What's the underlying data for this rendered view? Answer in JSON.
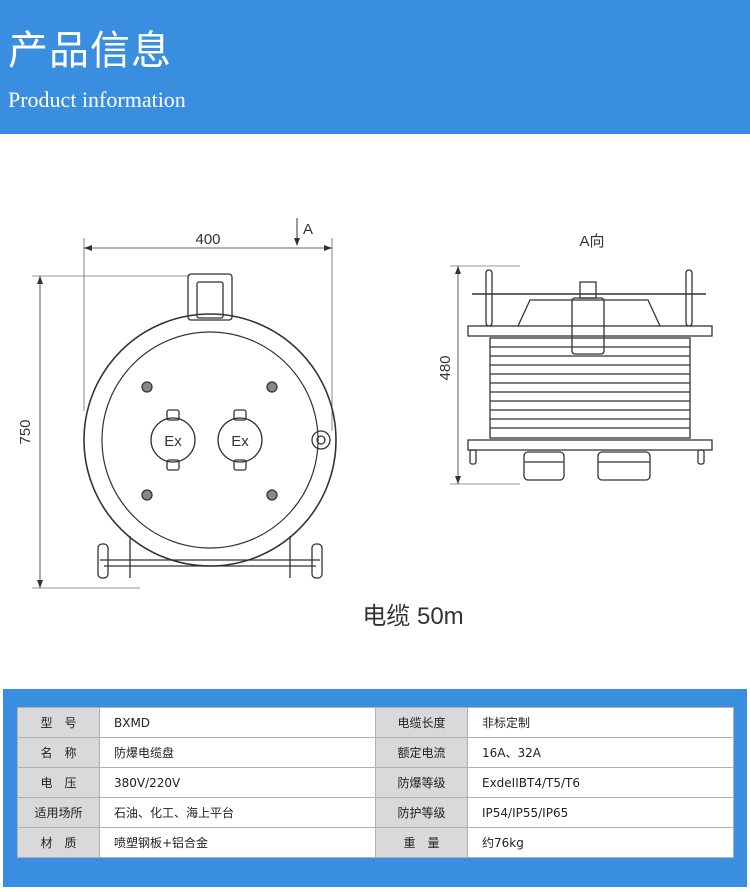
{
  "header": {
    "title": "产品信息",
    "subtitle": "Product information",
    "background_color": "#3a8ee0"
  },
  "drawing": {
    "front_view": {
      "width_label": "400",
      "height_label": "750",
      "arrow_label": "A",
      "socket_left_label": "Ex",
      "socket_right_label": "Ex"
    },
    "side_view": {
      "title": "A向",
      "height_label": "480"
    },
    "caption": "电缆 50m"
  },
  "specs": {
    "rows": [
      {
        "k1": "型　号",
        "v1": "BXMD",
        "k2": "电缆长度",
        "v2": "非标定制"
      },
      {
        "k1": "名　称",
        "v1": "防爆电缆盘",
        "k2": "额定电流",
        "v2": "16A、32A"
      },
      {
        "k1": "电　压",
        "v1": "380V/220V",
        "k2": "防爆等级",
        "v2": "ExdeIIBT4/T5/T6"
      },
      {
        "k1": "适用场所",
        "v1": "石油、化工、海上平台",
        "k2": "防护等级",
        "v2": "IP54/IP55/IP65"
      },
      {
        "k1": "材　质",
        "v1": "喷塑钢板+铝合金",
        "k2": "重　量",
        "v2": "约76kg"
      }
    ]
  }
}
